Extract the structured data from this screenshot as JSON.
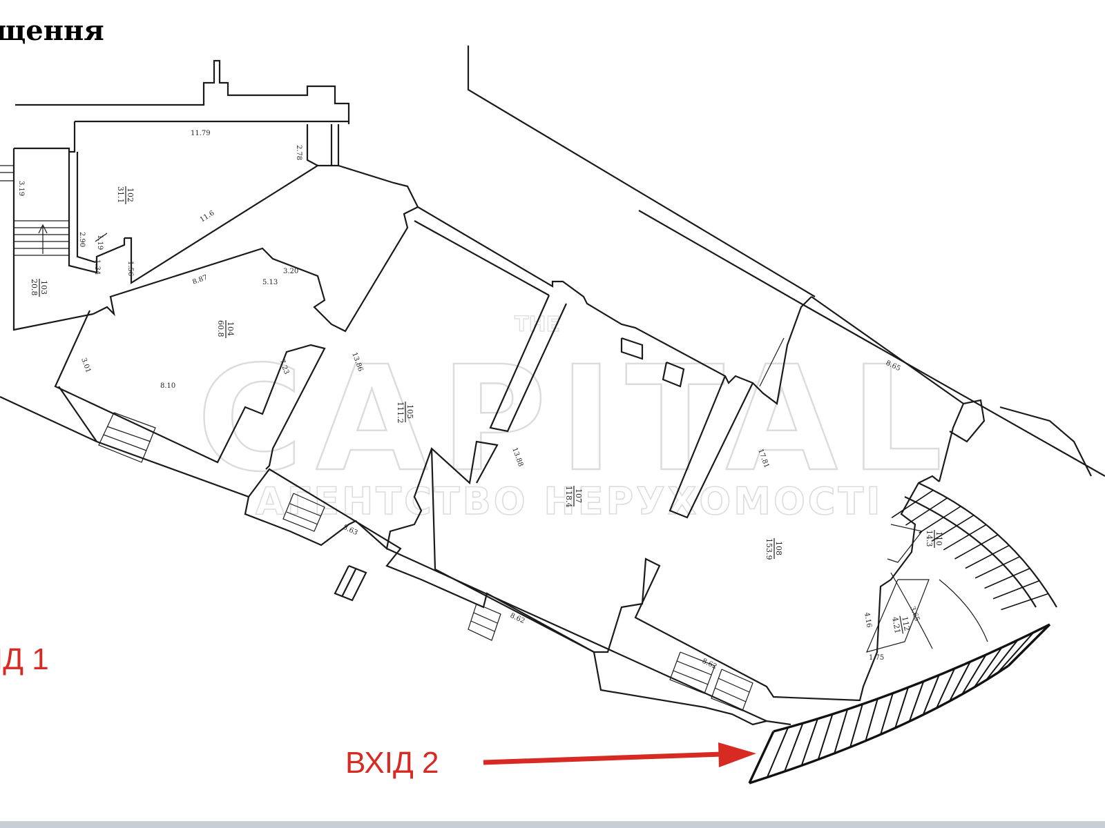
{
  "title": "щення",
  "entrances": {
    "entry1": "ІД 1",
    "entry2": "ВХІД 2"
  },
  "watermark": {
    "line_top": "THE",
    "line_main": "CAPITAL",
    "line_sub": "АГЕНТСТВО НЕРУХОМОСТІ"
  },
  "colors": {
    "entry_text": "#d62a23",
    "arrow": "#d62a23",
    "walls": "#1a1a1a",
    "watermark": "#dcdcdc"
  },
  "dimensions": [
    {
      "id": "d1",
      "text": "11.79"
    },
    {
      "id": "d2",
      "text": "2.78"
    },
    {
      "id": "d3",
      "text": "3.19"
    },
    {
      "id": "d4",
      "text": "2.90"
    },
    {
      "id": "d5",
      "text": "1.19"
    },
    {
      "id": "d6",
      "text": "1.34"
    },
    {
      "id": "d7",
      "text": "1.56"
    },
    {
      "id": "d8",
      "text": "11.6"
    },
    {
      "id": "d9",
      "text": "8.87"
    },
    {
      "id": "d10",
      "text": "5.13"
    },
    {
      "id": "d11",
      "text": "3.20"
    },
    {
      "id": "d12",
      "text": "3.01"
    },
    {
      "id": "d13",
      "text": "8.10"
    },
    {
      "id": "d14",
      "text": "7.23"
    },
    {
      "id": "d15",
      "text": "13.86"
    },
    {
      "id": "d16",
      "text": "8.63"
    },
    {
      "id": "d17",
      "text": "13.88"
    },
    {
      "id": "d18",
      "text": "8.62"
    },
    {
      "id": "d19",
      "text": "8.65"
    },
    {
      "id": "d20",
      "text": "17.81"
    },
    {
      "id": "d21",
      "text": "8.62"
    },
    {
      "id": "d22",
      "text": "3.65"
    },
    {
      "id": "d23",
      "text": "4.16"
    },
    {
      "id": "d24",
      "text": "1.75"
    }
  ],
  "rooms": [
    {
      "id": "r1",
      "num": "102",
      "area": "31.1"
    },
    {
      "id": "r2",
      "num": "103",
      "area": "20.8"
    },
    {
      "id": "r3",
      "num": "104",
      "area": "60.8"
    },
    {
      "id": "r4",
      "num": "105",
      "area": "111.2"
    },
    {
      "id": "r5",
      "num": "107",
      "area": "118.4"
    },
    {
      "id": "r6",
      "num": "108",
      "area": "153.9"
    },
    {
      "id": "r7",
      "num": "110",
      "area": "14.3"
    },
    {
      "id": "r8",
      "num": "112",
      "area": "4.21"
    }
  ]
}
